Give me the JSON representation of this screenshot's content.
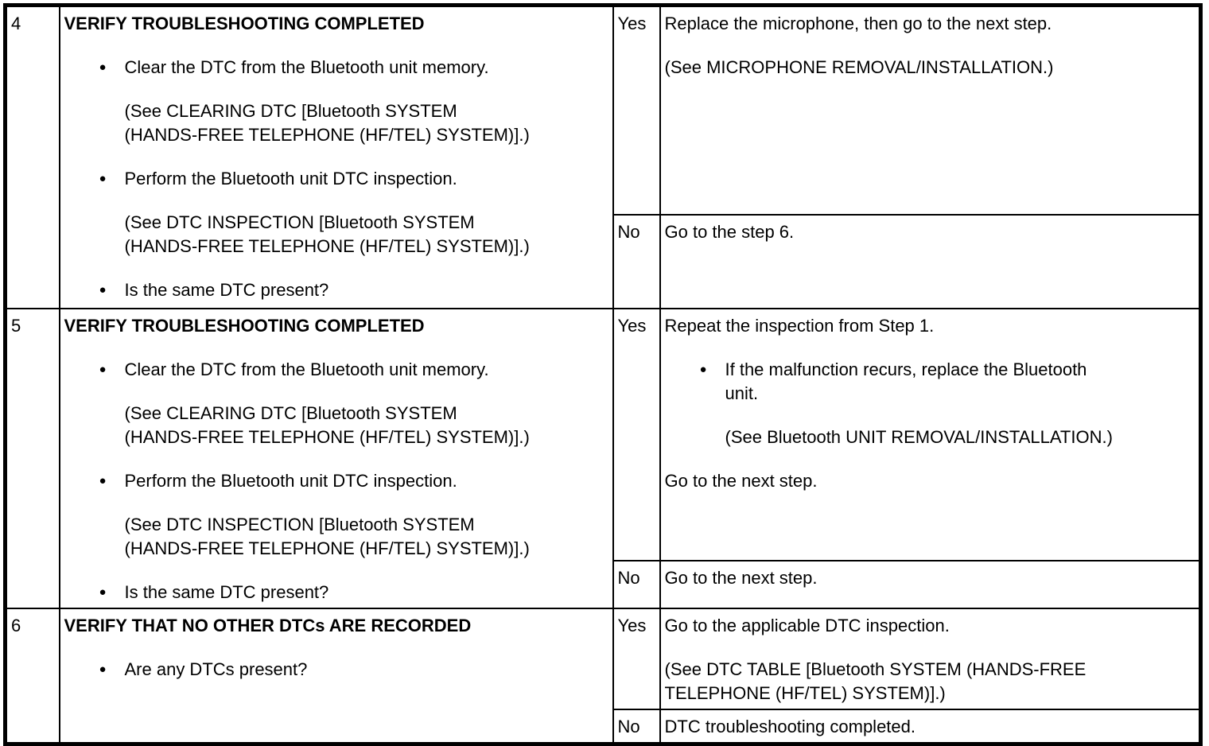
{
  "document": {
    "type": "dtc-troubleshooting-table",
    "background": "#ffffff",
    "text_color": "#000000",
    "border_color": "#000000"
  },
  "glyphs": {
    "bullet": "●"
  },
  "steps": [
    {
      "number": "4",
      "procedure": {
        "title": "VERIFY TROUBLESHOOTING COMPLETED",
        "bullets": [
          {
            "text": "Clear the DTC from the Bluetooth unit memory.",
            "reference": "(See CLEARING DTC [Bluetooth SYSTEM\n(HANDS-FREE TELEPHONE (HF/TEL) SYSTEM)].)"
          },
          {
            "text": "Perform the Bluetooth unit DTC inspection.",
            "reference": "(See DTC INSPECTION [Bluetooth SYSTEM\n(HANDS-FREE TELEPHONE (HF/TEL) SYSTEM)].)"
          },
          {
            "text": "Is the same DTC present?"
          }
        ]
      },
      "yes": {
        "label": "Yes",
        "text": "Replace the microphone, then go to the next step.",
        "reference": "(See MICROPHONE REMOVAL/INSTALLATION.)"
      },
      "no": {
        "label": "No",
        "text": "Go to the step 6."
      }
    },
    {
      "number": "5",
      "procedure": {
        "title": "VERIFY TROUBLESHOOTING COMPLETED",
        "bullets": [
          {
            "text": "Clear the DTC from the Bluetooth unit memory.",
            "reference": "(See CLEARING DTC [Bluetooth SYSTEM\n(HANDS-FREE TELEPHONE (HF/TEL) SYSTEM)].)"
          },
          {
            "text": "Perform the Bluetooth unit DTC inspection.",
            "reference": "(See DTC INSPECTION [Bluetooth SYSTEM\n(HANDS-FREE TELEPHONE (HF/TEL) SYSTEM)].)"
          },
          {
            "text": "Is the same DTC present?"
          }
        ]
      },
      "yes": {
        "label": "Yes",
        "text": "Repeat the inspection from Step 1.",
        "bullet": "If the malfunction recurs, replace the Bluetooth\nunit.",
        "bullet_reference": "(See Bluetooth UNIT REMOVAL/INSTALLATION.)",
        "tail": "Go to the next step."
      },
      "no": {
        "label": "No",
        "text": "Go to the next step."
      }
    },
    {
      "number": "6",
      "procedure": {
        "title": "VERIFY THAT NO OTHER DTCs ARE RECORDED",
        "bullets": [
          {
            "text": "Are any DTCs present?"
          }
        ]
      },
      "yes": {
        "label": "Yes",
        "text": "Go to the applicable DTC inspection.",
        "reference": "(See DTC TABLE [Bluetooth SYSTEM (HANDS-FREE\nTELEPHONE (HF/TEL) SYSTEM)].)"
      },
      "no": {
        "label": "No",
        "text": "DTC troubleshooting completed."
      }
    }
  ]
}
